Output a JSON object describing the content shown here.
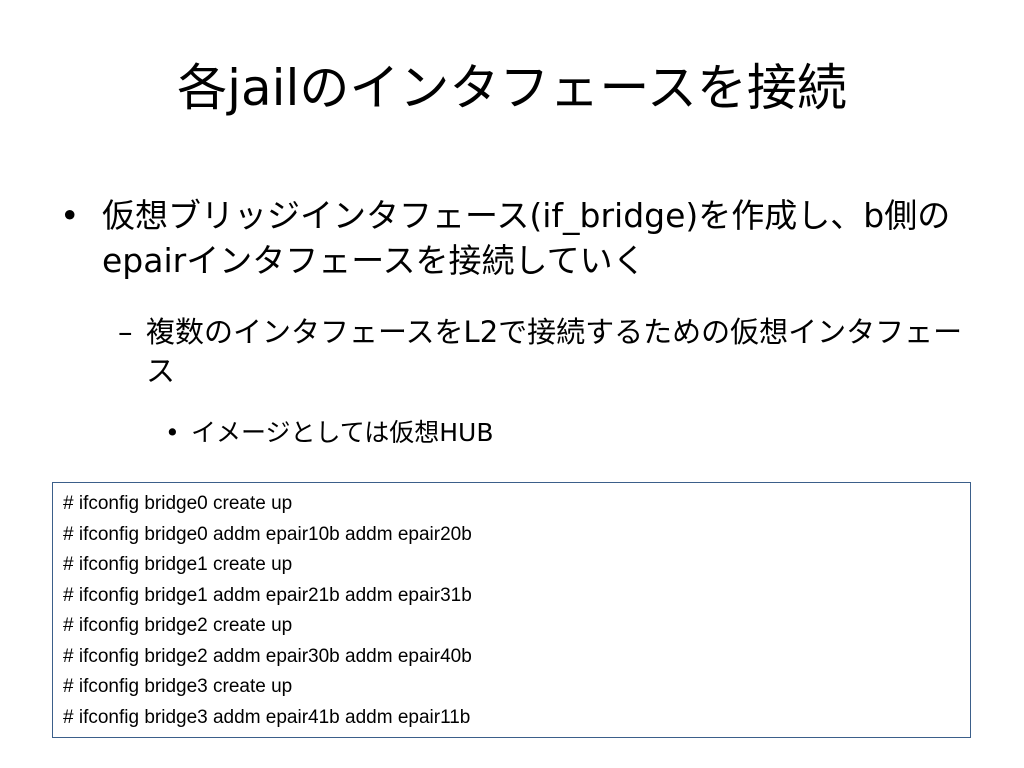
{
  "title": "各jailのインタフェースを接続",
  "bullets": {
    "level1": {
      "marker": "•",
      "text": "仮想ブリッジインタフェース(if_bridge)を作成し、b側のepairインタフェースを接続していく"
    },
    "level2": {
      "marker": "–",
      "text": "複数のインタフェースをL2で接続するための仮想インタフェース"
    },
    "level3": {
      "marker": "•",
      "text": "イメージとしては仮想HUB"
    }
  },
  "code_lines": [
    "# ifconfig bridge0 create up",
    "# ifconfig bridge0 addm epair10b addm epair20b",
    "# ifconfig bridge1 create up",
    "# ifconfig bridge1 addm epair21b addm epair31b",
    "# ifconfig bridge2 create up",
    "# ifconfig bridge2 addm epair30b addm epair40b",
    "# ifconfig bridge3 create up",
    "# ifconfig bridge3 addm epair41b addm epair11b"
  ]
}
